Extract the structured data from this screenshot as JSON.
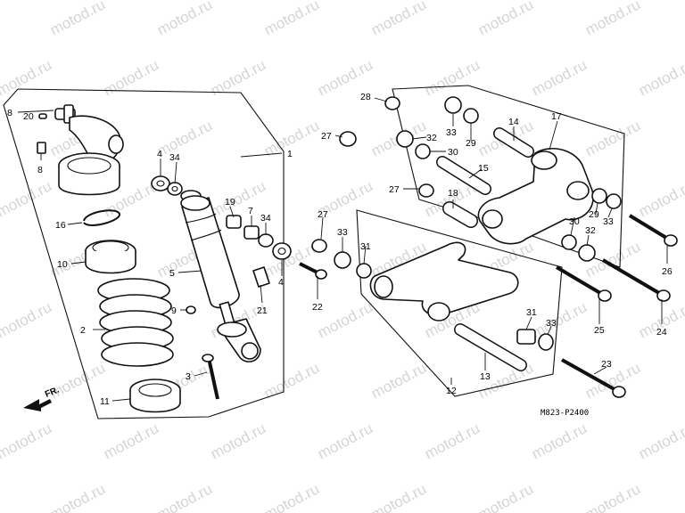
{
  "watermark": "motod.ru",
  "diagram_code": "M823-P2400",
  "direction_label": "FR.",
  "callouts": [
    "1",
    "2",
    "3",
    "4",
    "4",
    "5",
    "7",
    "8",
    "8",
    "9",
    "10",
    "11",
    "12",
    "13",
    "14",
    "15",
    "16",
    "17",
    "18",
    "19",
    "20",
    "21",
    "22",
    "23",
    "24",
    "25",
    "26",
    "27",
    "27",
    "27",
    "28",
    "29",
    "29",
    "30",
    "30",
    "31",
    "31",
    "32",
    "32",
    "33",
    "33",
    "33",
    "33",
    "34",
    "34"
  ]
}
